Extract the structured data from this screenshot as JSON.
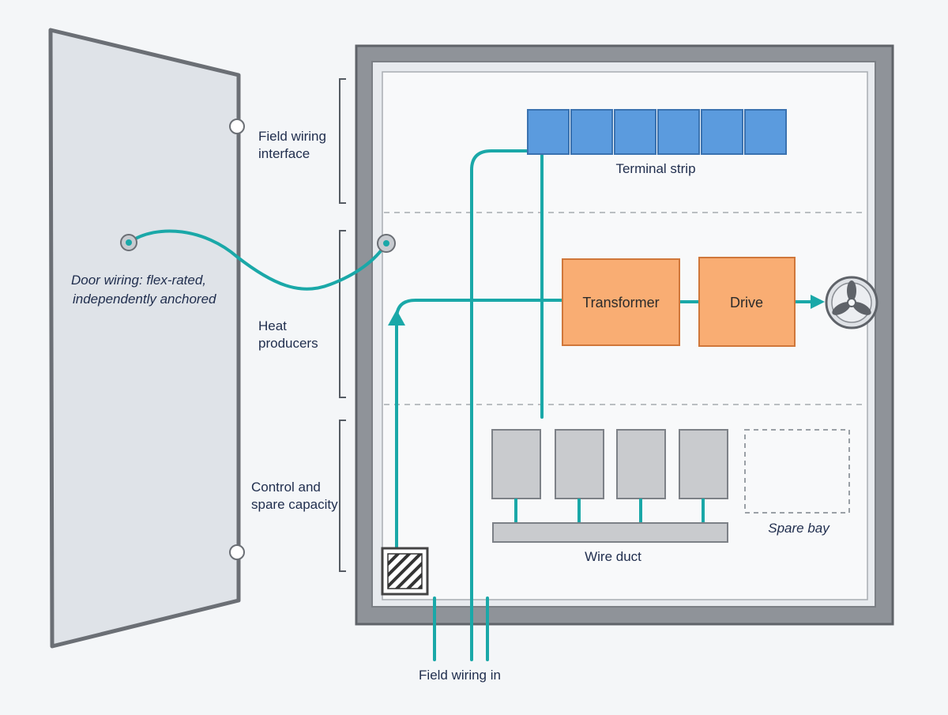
{
  "zones": {
    "field_wiring_interface": [
      "Field wiring",
      "interface"
    ],
    "heat_producers": [
      "Heat",
      "producers"
    ],
    "control_spare": [
      "Control and",
      "spare capacity"
    ]
  },
  "door": {
    "note": [
      "Door wiring: flex-rated,",
      "independently anchored"
    ]
  },
  "components": {
    "terminal_strip": "Terminal strip",
    "transformer": "Transformer",
    "drive": "Drive",
    "wire_duct": "Wire duct",
    "spare_bay": "Spare bay",
    "field_wiring_in": "Field wiring in"
  },
  "colors": {
    "wire": "#1aa8a8",
    "terminal": "#5b9bde",
    "heat": "#f9ad73",
    "breaker": "#c9cbce",
    "enclosure": "#7b7f85"
  },
  "icons": {
    "fan": "fan-icon",
    "gland": "cable-gland-icon"
  }
}
